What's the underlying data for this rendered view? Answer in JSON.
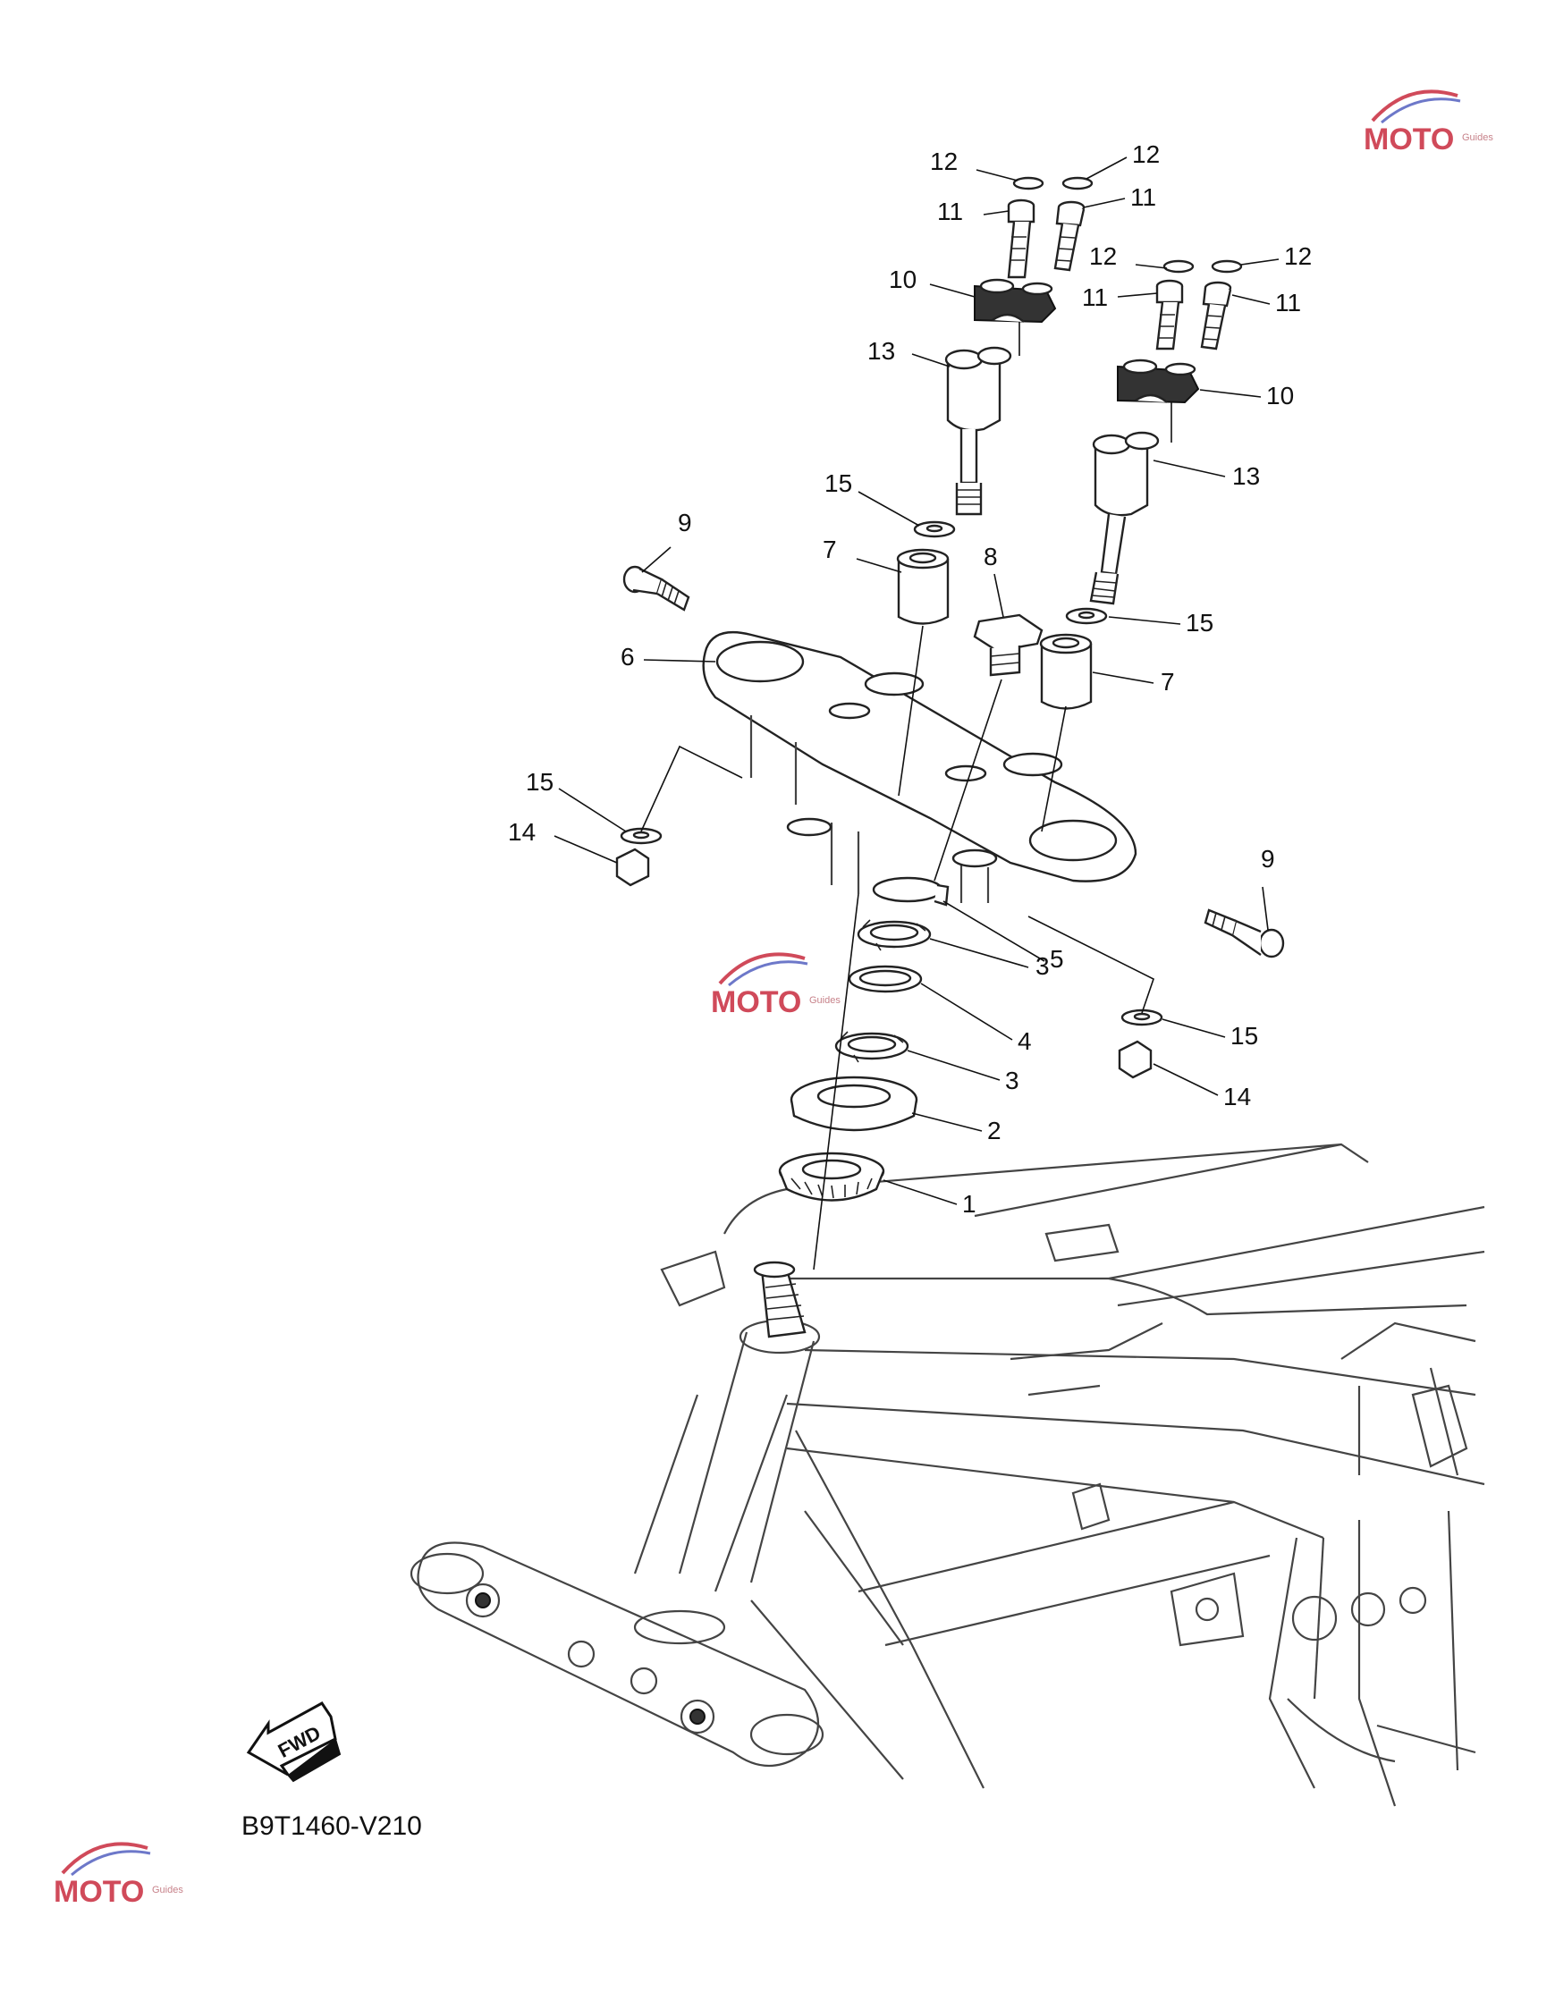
{
  "diagram": {
    "code": "B9T1460-V210",
    "fwd_label": "FWD",
    "callouts": [
      {
        "id": "c12a",
        "text": "12"
      },
      {
        "id": "c12b",
        "text": "12"
      },
      {
        "id": "c12c",
        "text": "12"
      },
      {
        "id": "c12d",
        "text": "12"
      },
      {
        "id": "c11a",
        "text": "11"
      },
      {
        "id": "c11b",
        "text": "11"
      },
      {
        "id": "c11c",
        "text": "11"
      },
      {
        "id": "c11d",
        "text": "11"
      },
      {
        "id": "c10a",
        "text": "10"
      },
      {
        "id": "c10b",
        "text": "10"
      },
      {
        "id": "c13a",
        "text": "13"
      },
      {
        "id": "c13b",
        "text": "13"
      },
      {
        "id": "c15a",
        "text": "15"
      },
      {
        "id": "c15b",
        "text": "15"
      },
      {
        "id": "c15c",
        "text": "15"
      },
      {
        "id": "c15d",
        "text": "15"
      },
      {
        "id": "c9a",
        "text": "9"
      },
      {
        "id": "c9b",
        "text": "9"
      },
      {
        "id": "c7a",
        "text": "7"
      },
      {
        "id": "c7b",
        "text": "7"
      },
      {
        "id": "c8",
        "text": "8"
      },
      {
        "id": "c6",
        "text": "6"
      },
      {
        "id": "c14a",
        "text": "14"
      },
      {
        "id": "c14b",
        "text": "14"
      },
      {
        "id": "c5",
        "text": "5"
      },
      {
        "id": "c3a",
        "text": "3"
      },
      {
        "id": "c4",
        "text": "4"
      },
      {
        "id": "c3b",
        "text": "3"
      },
      {
        "id": "c2",
        "text": "2"
      },
      {
        "id": "c1",
        "text": "1"
      }
    ]
  },
  "watermark": {
    "brand": "MOTO",
    "sub": "Guides",
    "color": "#d04a5a"
  }
}
